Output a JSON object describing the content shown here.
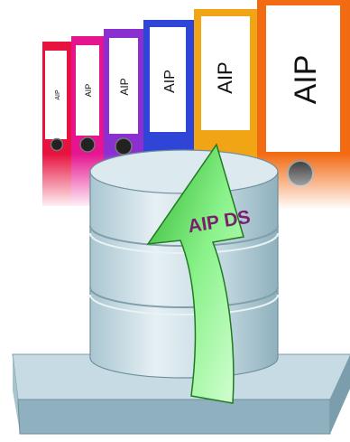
{
  "binders": [
    {
      "label": "AIP",
      "color": "#e8123f",
      "dark": "#a80c2d"
    },
    {
      "label": "AIP",
      "color": "#e6148f",
      "dark": "#a70f68"
    },
    {
      "label": "AIP",
      "color": "#8c2fd1",
      "dark": "#621f95"
    },
    {
      "label": "AIP",
      "color": "#2f45d8",
      "dark": "#1f2f9c"
    },
    {
      "label": "AIP",
      "color": "#f2a514",
      "dark": "#b9790a"
    },
    {
      "label": "AIP",
      "color": "#f26a12",
      "dark": "#b84c0b"
    }
  ],
  "arrow": {
    "label": "AIP DS",
    "label_color": "#7a1f6e",
    "fill": "#6ee86e"
  },
  "database": {
    "body_color": "#c8dde4",
    "top_color": "#dce9ee",
    "band_color": "#9fbdc9"
  },
  "base": {
    "top_color": "#c6dbe3",
    "side_color": "#8fb0bf"
  }
}
